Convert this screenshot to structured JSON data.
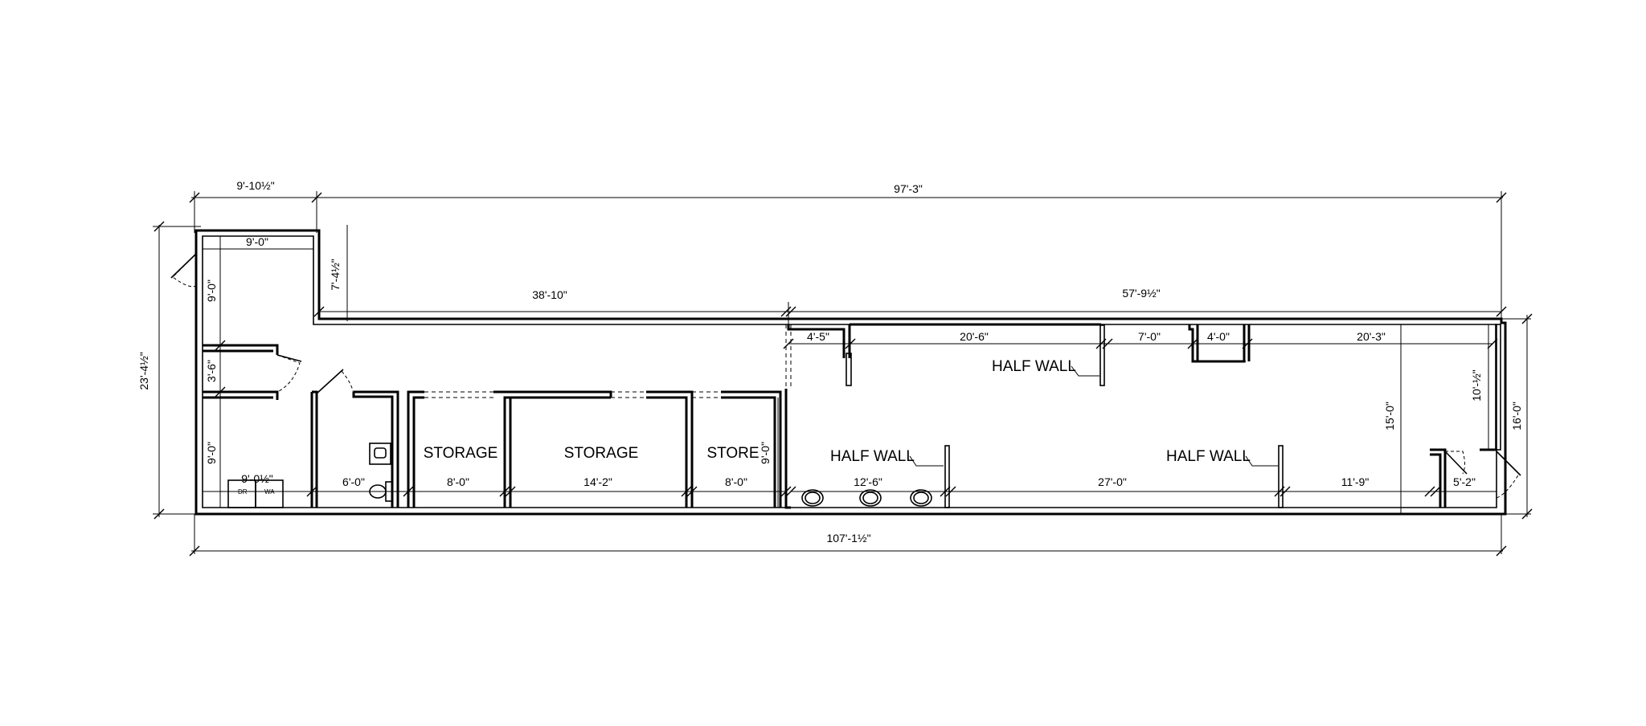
{
  "dimensions": {
    "top_left_width": "9'-10½\"",
    "top_overall": "97'-3\"",
    "room1_width": "9'-0\"",
    "corridor_height": "7'-4½\"",
    "corridor_length": "38'-10\"",
    "right_wing_length": "57'-9½\"",
    "room1_height": "9'-0\"",
    "closet_height": "3'-6\"",
    "room2_height": "9'-0\"",
    "overall_height": "23'-4½\"",
    "upper_seg_1": "4'-5\"",
    "upper_seg_2": "20'-6\"",
    "upper_seg_3": "7'-0\"",
    "upper_seg_4": "4'-0\"",
    "upper_seg_5": "20'-3\"",
    "laundry_width": "9'-0½\"",
    "bath_width": "6'-0\"",
    "storage1_width": "8'-0\"",
    "storage2_width": "14'-2\"",
    "store_width": "8'-0\"",
    "store_height": "9'-0\"",
    "lower_seg_1": "12'-6\"",
    "lower_seg_2": "27'-0\"",
    "lower_seg_3": "11'-9\"",
    "lower_seg_4": "5'-2\"",
    "right_inner_height": "15'-0\"",
    "right_door_height": "10'-½\"",
    "right_overall_height": "16'-0\"",
    "bottom_overall": "107'-1½\""
  },
  "rooms": {
    "storage_1": "STORAGE",
    "storage_2": "STORAGE",
    "store": "STORE"
  },
  "notes": {
    "half_wall_1": "HALF WALL",
    "half_wall_2": "HALF WALL",
    "half_wall_3": "HALF WALL"
  },
  "appliances": {
    "dryer": "DR",
    "washer": "WA"
  }
}
